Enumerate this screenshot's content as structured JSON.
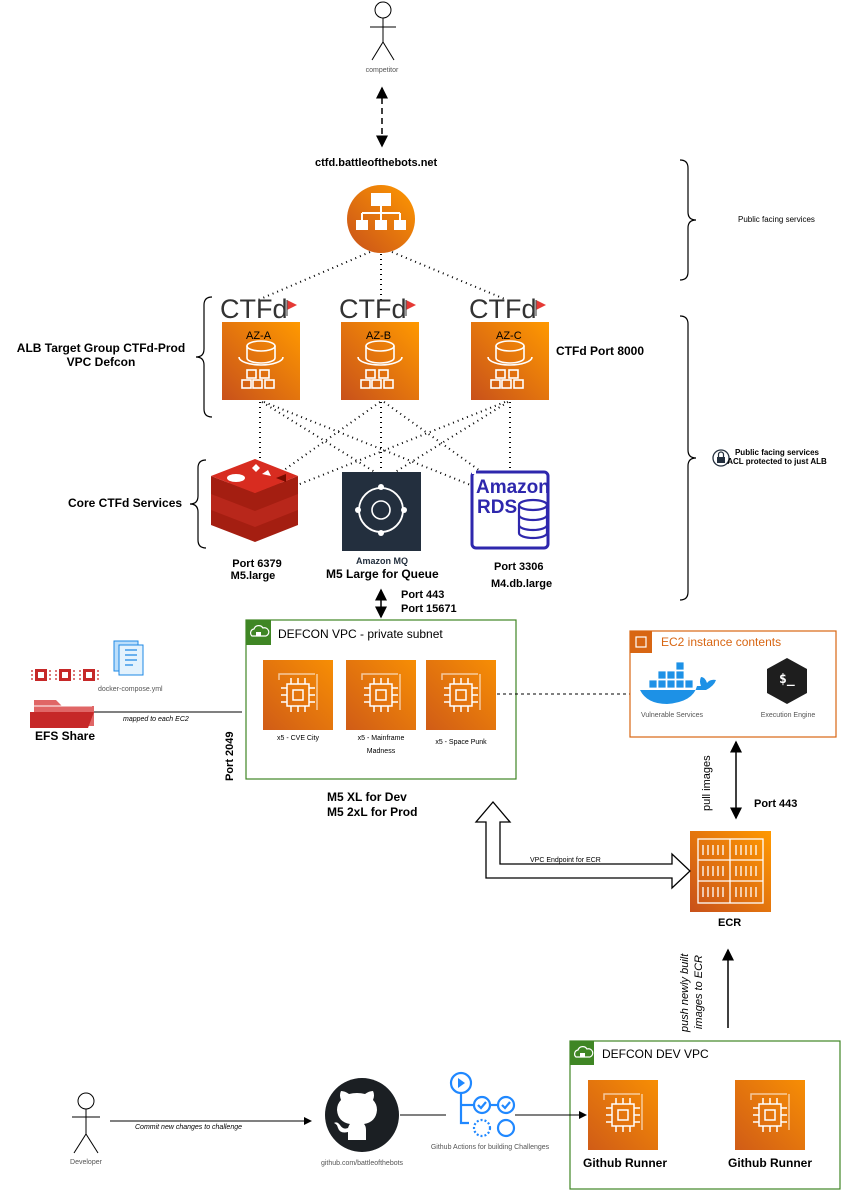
{
  "competitor": {
    "label": "competitor"
  },
  "alb": {
    "domain": "ctfd.battleofthebots.net"
  },
  "braces": {
    "public": "Public facing services",
    "acl_line1": "Public facing services",
    "acl_line2": "ACL protected to just ALB"
  },
  "ctfd": {
    "logo_text": "CTFd",
    "az": [
      "AZ-A",
      "AZ-B",
      "AZ-C"
    ],
    "port_label": "CTFd Port 8000",
    "group_line1": "ALB Target Group  CTFd-Prod",
    "group_line2": "VPC Defcon"
  },
  "core": {
    "label": "Core CTFd Services",
    "redis_port": "Port 6379",
    "redis_size": "M5.large",
    "mq_name": "Amazon MQ",
    "mq_size": "M5 Large for Queue",
    "rds_logo_1": "Amazon",
    "rds_logo_2": "RDS",
    "rds_port": "Port 3306",
    "rds_size": "M4.db.large"
  },
  "mq_link": {
    "port1": "Port 443",
    "port2": "Port 15671"
  },
  "defcon_vpc": {
    "title": "DEFCON VPC - private subnet",
    "instances": [
      "x5 - CVE City",
      "x5 - Mainframe\nMadness",
      "x5 - Space Punk"
    ],
    "size_dev": "M5 XL for Dev",
    "size_prod": "M5 2xL for Prod",
    "port_2049": "Port 2049"
  },
  "efs": {
    "label": "EFS Share",
    "file": "docker-compose.yml",
    "mapping": "mapped to each EC2"
  },
  "ec2_contents": {
    "title": "EC2 instance contents",
    "docker_label": "Vulnerable Services",
    "engine_label": "Execution Engine",
    "engine_glyph": "$_"
  },
  "ecr": {
    "label": "ECR",
    "pull": "pull images",
    "port": "Port 443",
    "endpoint": "VPC Endpoint for ECR",
    "push_line1": "push newly built",
    "push_line2": "images to ECR"
  },
  "dev_vpc": {
    "title": "DEFCON DEV  VPC",
    "runner1": "Github Runner",
    "runner2": "Github Runner"
  },
  "developer": {
    "label": "Developer",
    "commit": "Commit new  changes to challenge"
  },
  "github": {
    "label": "github.com/battleofthebots",
    "actions_label": "Github Actions for building Challenges"
  },
  "colors": {
    "aws_orange": "#ED7100",
    "aws_orange_light": "#F58536",
    "vpc_green": "#3F8624",
    "ec2_box_orange": "#D86613",
    "mq_dark": "#232F3E",
    "rds_blue": "#2E27AD",
    "redis_red": "#C6302B",
    "docker_blue": "#1D91E6",
    "actions_blue": "#2088FF"
  }
}
